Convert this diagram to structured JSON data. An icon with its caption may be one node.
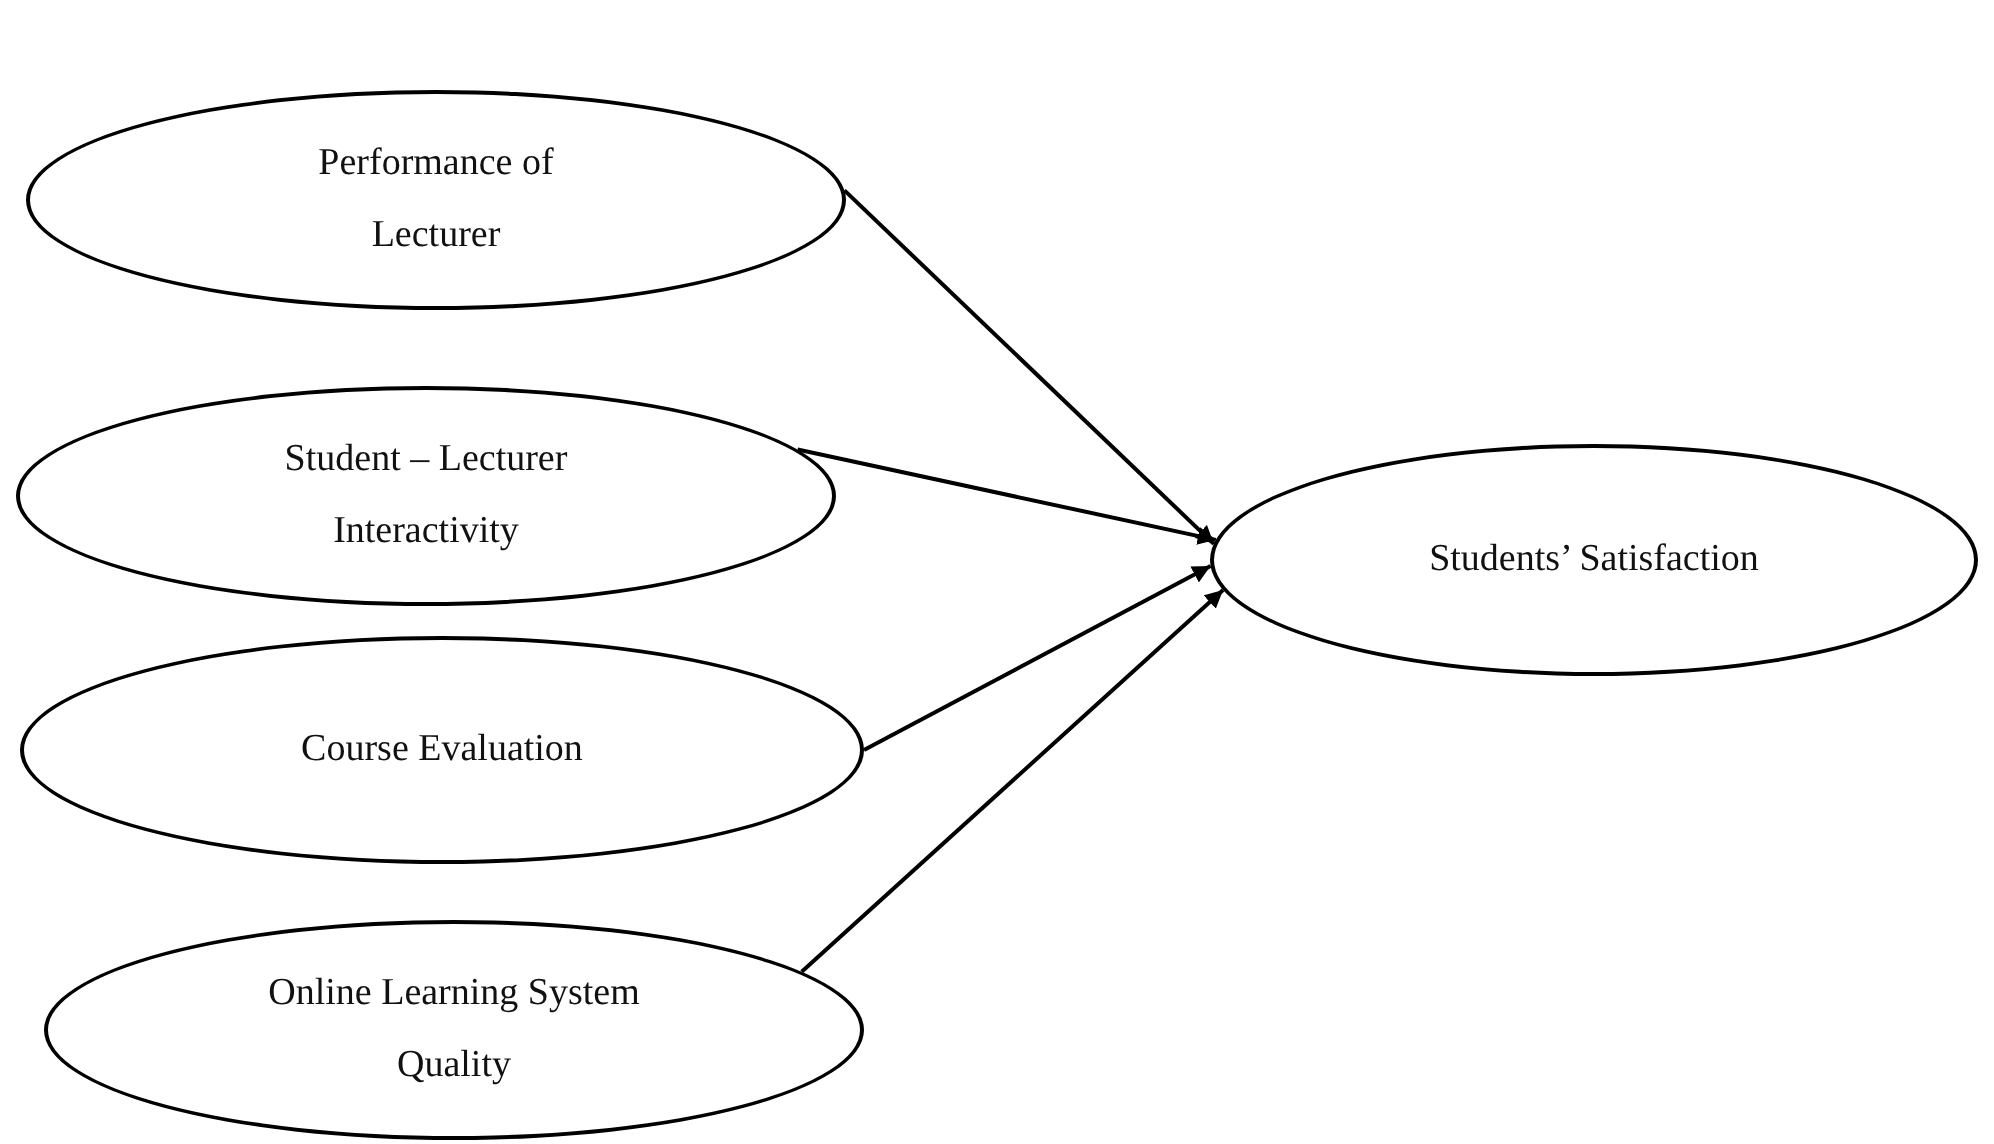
{
  "diagram": {
    "nodes": [
      {
        "text": [
          "Performance of Lecturer"
        ]
      },
      {
        "text": [
          "Student – Lecturer Interactivity"
        ]
      },
      {
        "text": [
          "Course Evaluation"
        ]
      },
      {
        "text": [
          "Online Learning System Quality"
        ]
      },
      {
        "text": [
          "Students’ Satisfaction"
        ]
      }
    ],
    "edges": [
      {
        "from": 0,
        "to": 4,
        "arrow": "to"
      },
      {
        "from": 1,
        "to": 4,
        "arrow": "to"
      },
      {
        "from": 2,
        "to": 4,
        "arrow": "to"
      },
      {
        "from": 3,
        "to": 4,
        "arrow": "to"
      }
    ]
  }
}
